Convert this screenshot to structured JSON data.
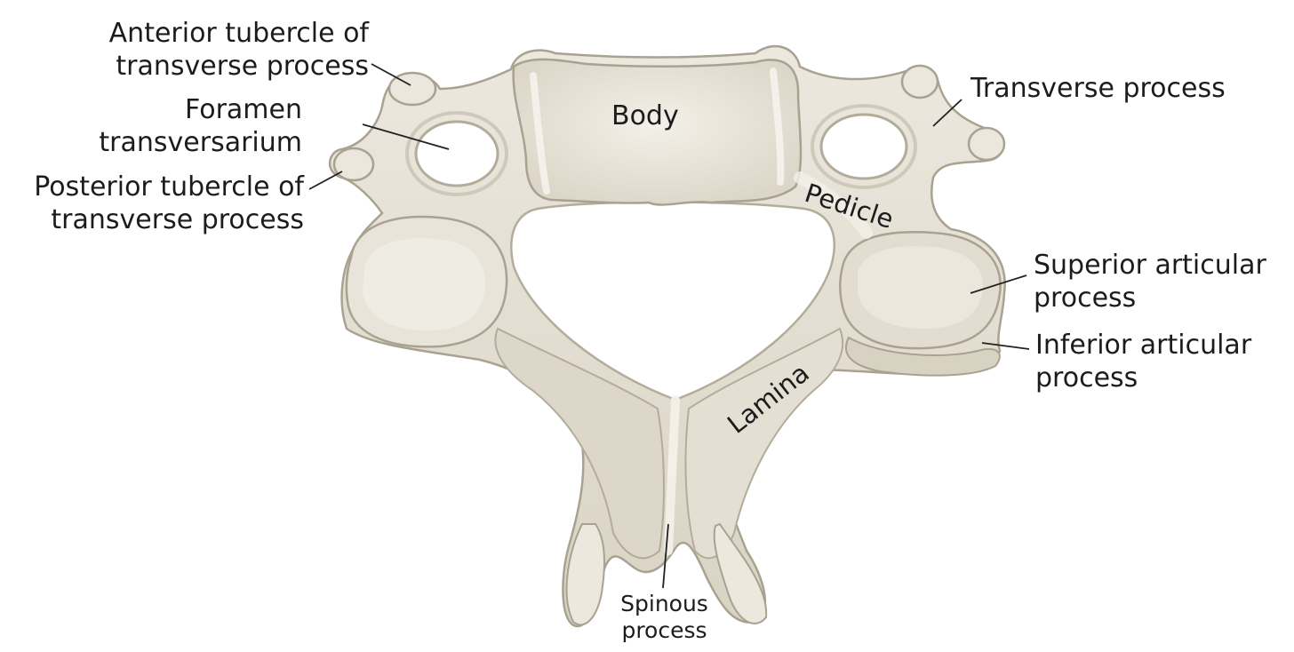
{
  "labels": {
    "anterior_tubercle": [
      "Anterior tubercle of",
      "transverse process"
    ],
    "foramen_transversarium": [
      "Foramen",
      "transversarium"
    ],
    "posterior_tubercle": [
      "Posterior tubercle of",
      "transverse process"
    ],
    "body": "Body",
    "transverse_process": "Transverse process",
    "pedicle": "Pedicle",
    "superior_articular_process": [
      "Superior articular",
      "process"
    ],
    "inferior_articular_process": [
      "Inferior articular",
      "process"
    ],
    "lamina": "Lamina",
    "spinous_process": [
      "Spinous",
      "process"
    ]
  },
  "colors": {
    "bone": "#e6e2d6",
    "bone_light": "#f1eee5",
    "bone_shadow": "#cfc9b9",
    "outline": "#a9a291",
    "leader": "#222222",
    "text": "#1c1c1c"
  }
}
